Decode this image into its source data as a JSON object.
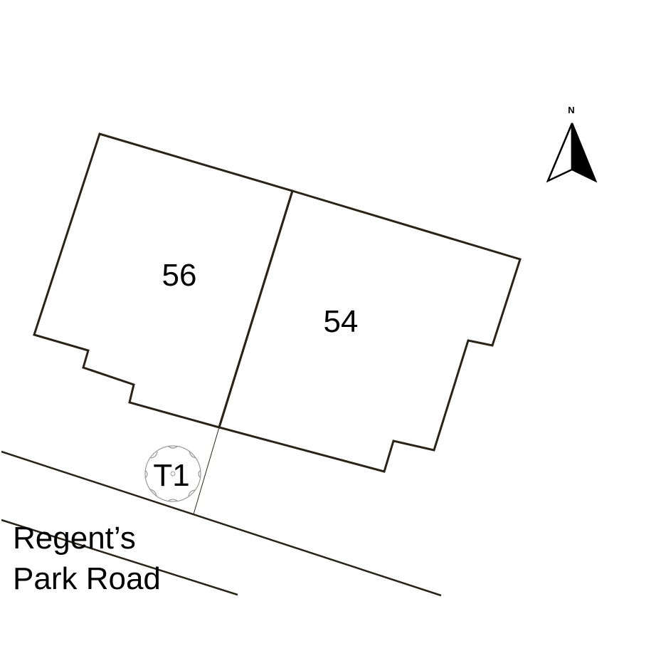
{
  "plots": [
    {
      "id": "56",
      "label": "56"
    },
    {
      "id": "54",
      "label": "54"
    }
  ],
  "tree": {
    "label": "T1"
  },
  "road": {
    "line1": "Regent’s",
    "line2": "Park Road"
  },
  "north_arrow": {
    "letter": "N"
  },
  "colors": {
    "line": "#2a2418",
    "text": "#000000",
    "tree": "#9a9a9a",
    "background": "#ffffff"
  }
}
